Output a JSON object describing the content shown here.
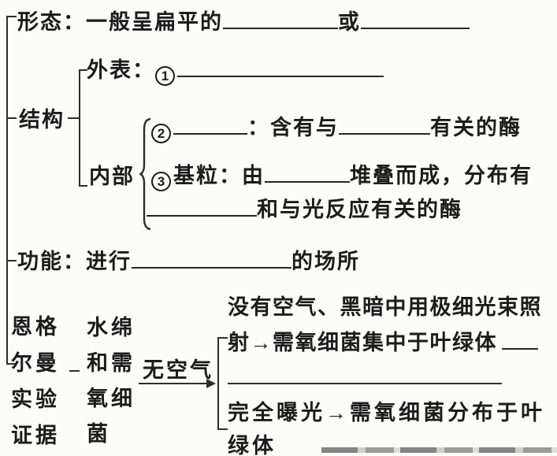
{
  "colors": {
    "ink": "#1c1c1c",
    "line": "#2e2e2e",
    "background": "#fcfcfb"
  },
  "morphology": {
    "label": "形态：一般呈扁平的",
    "or": "或"
  },
  "structure": {
    "label": "结构",
    "surface": {
      "label": "外表：",
      "num": "1"
    },
    "internal": {
      "label": "内部"
    },
    "item2": {
      "num": "2",
      "colon_text": "：含有与",
      "suffix": "有关的酶"
    },
    "item3": {
      "num": "3",
      "prefix": "基粒：由",
      "mid": "堆叠而成，分布有",
      "cont": "和与光反应有关的酶"
    }
  },
  "function": {
    "label": "功能：进行",
    "suffix": "的场所"
  },
  "evidence": {
    "scientist": "恩格\n尔曼\n实验\n证据",
    "material": "水绵\n和需\n氧细\n菌",
    "arrow_label": "无空气",
    "branch1": {
      "line1": "没有空气、黑暗中用极细光束照",
      "line2": "射→需氧细菌集中于叶绿体"
    },
    "branch2": {
      "line1": "完全曝光→需氧细菌分布于叶",
      "line2": "绿体"
    }
  }
}
